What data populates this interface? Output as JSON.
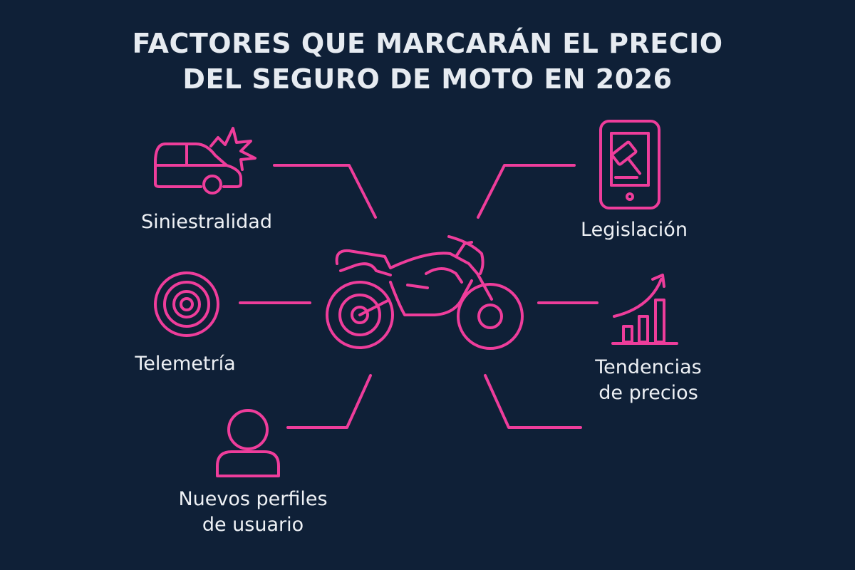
{
  "title": {
    "line1": "FACTORES QUE MARCARÁN EL PRECIO",
    "line2": "DEL SEGURO DE MOTO EN 2026"
  },
  "factors": {
    "siniestralidad": {
      "label": "Siniestralidad",
      "icon": "car-crash-icon"
    },
    "telemetria": {
      "label": "Telemetría",
      "icon": "target-icon"
    },
    "perfiles": {
      "line1": "Nuevos perfiles",
      "line2": "de usuario",
      "icon": "user-icon"
    },
    "legislacion": {
      "label": "Legislación",
      "icon": "phone-gavel-icon"
    },
    "tendencias": {
      "line1": "Tendencias",
      "line2": "de precios",
      "icon": "rising-bar-chart-icon"
    }
  },
  "center_icon": "motorcycle-icon",
  "colors": {
    "background": "#0f2037",
    "accent": "#ee3d9b",
    "text": "#eef1f5"
  }
}
